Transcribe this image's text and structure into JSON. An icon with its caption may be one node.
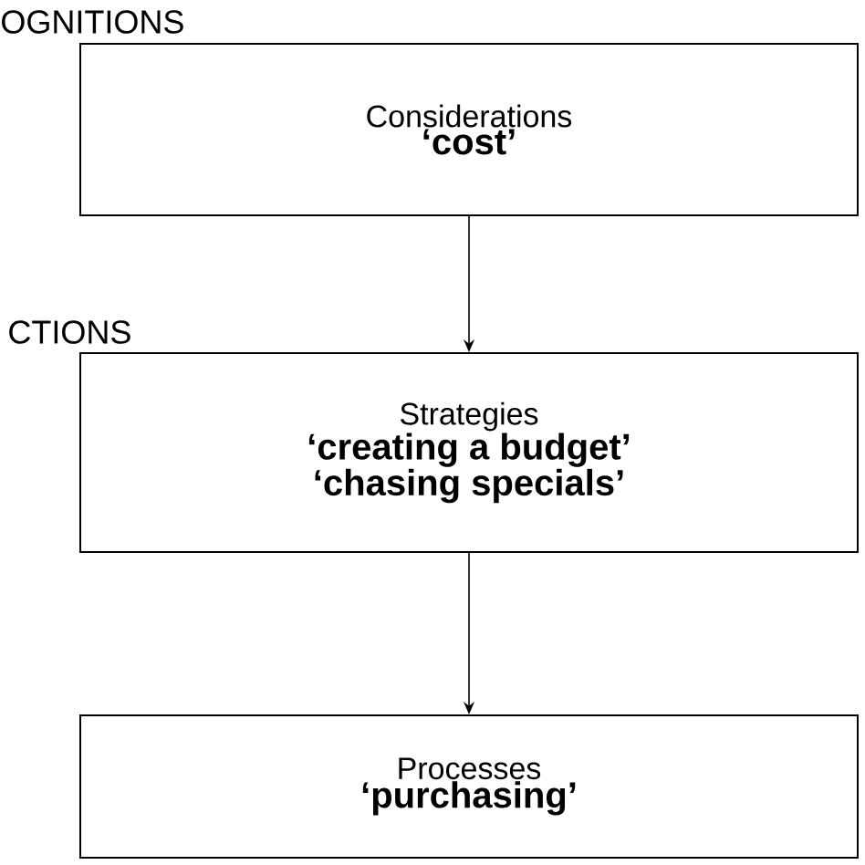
{
  "diagram": {
    "nodes": [
      {
        "text": [
          "Considerations",
          "‘cost’"
        ]
      },
      {
        "text": [
          "Strategies",
          "‘creating a budget’ ‘chasing specials’"
        ]
      },
      {
        "text": [
          "Processes",
          "‘purchasing’"
        ]
      }
    ],
    "edges": [
      {
        "from": 0,
        "to": 1,
        "arrow": "to"
      },
      {
        "from": 1,
        "to": 2,
        "arrow": "to"
      }
    ],
    "labels": [
      "OGNITIONS",
      "CTIONS"
    ]
  }
}
